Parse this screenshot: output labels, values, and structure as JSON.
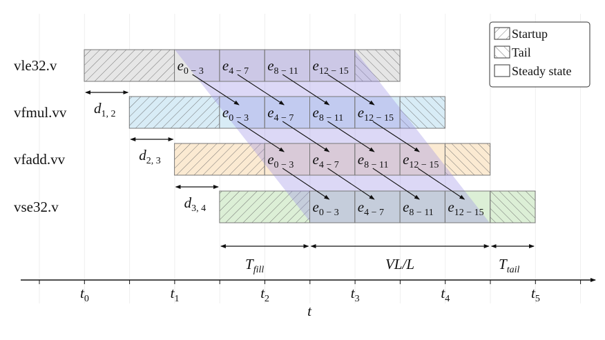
{
  "rows": [
    {
      "label": "vle32.v",
      "startup_color": "#e6e6e6",
      "cell_color": "#e6e6e6"
    },
    {
      "label": "vfmul.vv",
      "startup_color": "#d8ecf6",
      "cell_color": "#d8ecf6"
    },
    {
      "label": "vfadd.vv",
      "startup_color": "#fbead2",
      "cell_color": "#fbead2"
    },
    {
      "label": "vse32.v",
      "startup_color": "#dcefd6",
      "cell_color": "#dcefd6"
    }
  ],
  "cells": {
    "base": "e",
    "subscripts": [
      "0 − 3",
      "4 − 7",
      "8 − 11",
      "12 − 15"
    ]
  },
  "delays": [
    {
      "base": "d",
      "sub": "1, 2"
    },
    {
      "base": "d",
      "sub": "2, 3"
    },
    {
      "base": "d",
      "sub": "3, 4"
    }
  ],
  "legend": {
    "startup": "Startup",
    "tail": "Tail",
    "steady": "Steady state"
  },
  "spans": {
    "fill": {
      "base": "T",
      "sub": "fill"
    },
    "vl": "VL/L",
    "tail": {
      "base": "T",
      "sub": "tail"
    }
  },
  "axis": {
    "label": "t",
    "ticks": [
      {
        "base": "t",
        "sub": "0"
      },
      {
        "base": "t",
        "sub": "1"
      },
      {
        "base": "t",
        "sub": "2"
      },
      {
        "base": "t",
        "sub": "3"
      },
      {
        "base": "t",
        "sub": "4"
      },
      {
        "base": "t",
        "sub": "5"
      }
    ]
  },
  "band_color": "#9b8ee6"
}
